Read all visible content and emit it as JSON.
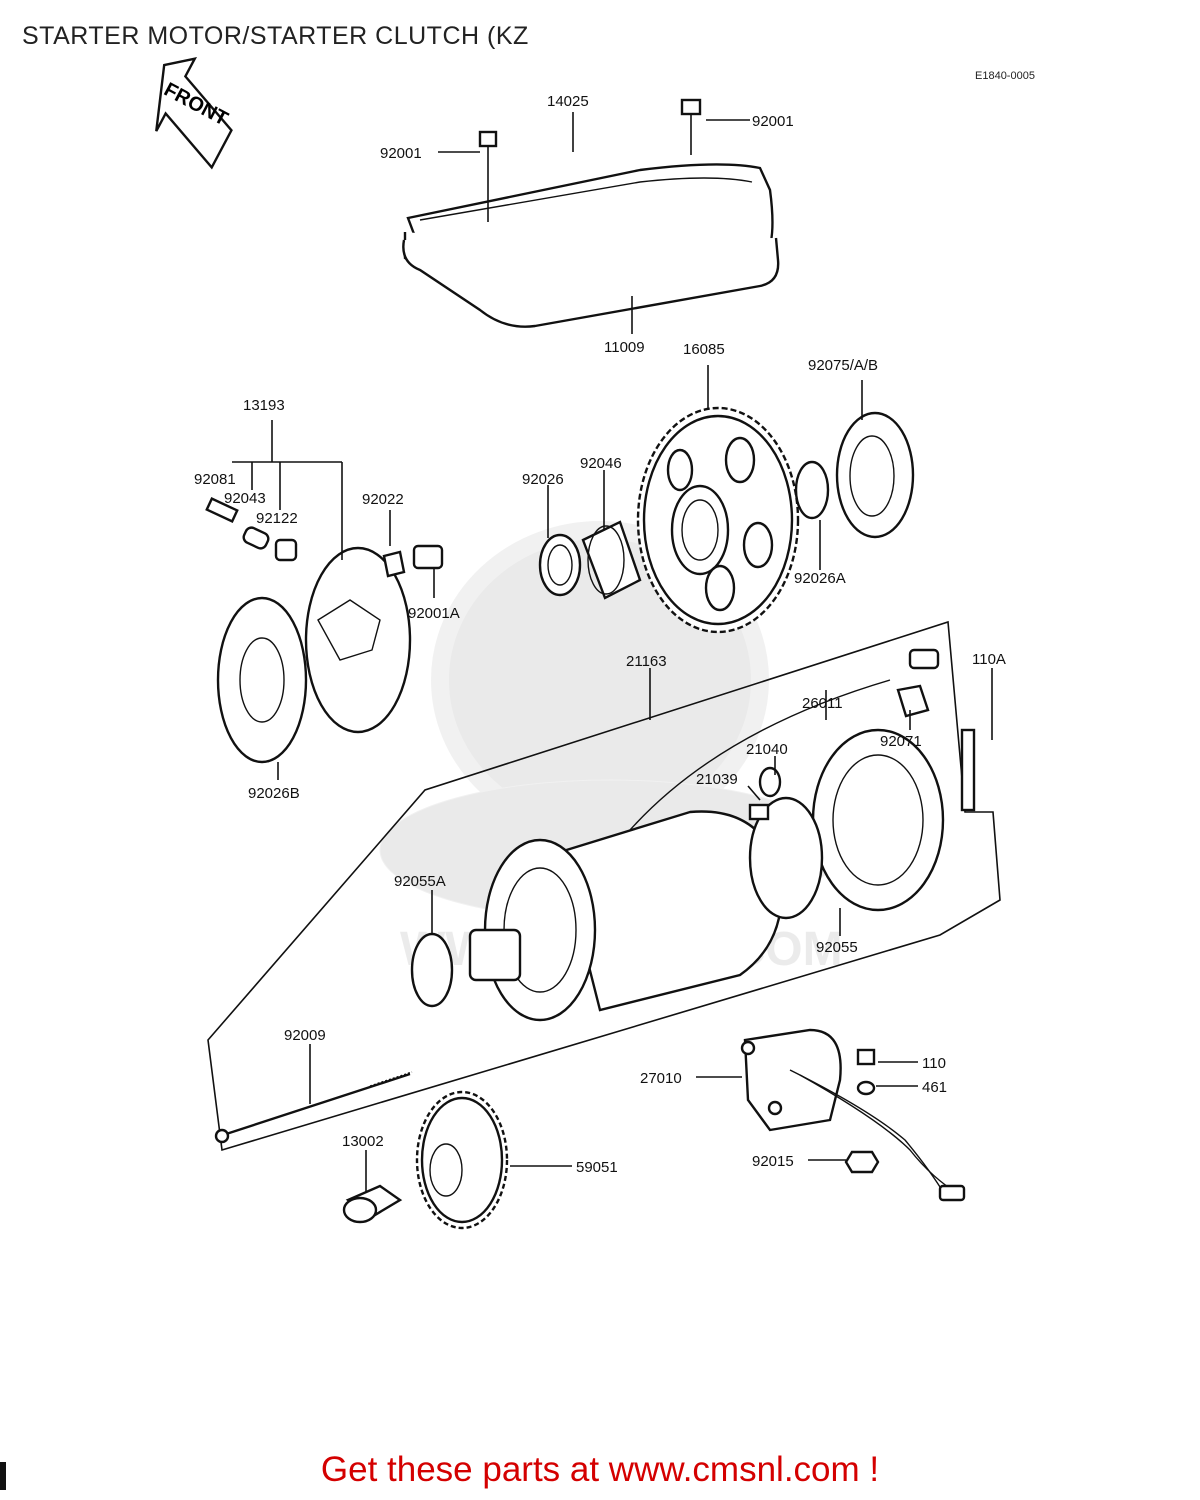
{
  "page_title": "STARTER MOTOR/STARTER CLUTCH (KZ",
  "diagram_code": "E1840-0005",
  "front_label": "FRONT",
  "watermark_text": "WWW.CMSNL.COM",
  "call_to_action": "Get these parts at www.cmsnl.com !",
  "accent_color": "#d40000",
  "part_labels": [
    "14025",
    "92001",
    "92001",
    "11009",
    "16085",
    "92075/A/B",
    "13193",
    "92081",
    "92043",
    "92122",
    "92022",
    "92001A",
    "92026",
    "92046",
    "92026A",
    "92026B",
    "21163",
    "110A",
    "26011",
    "92071",
    "21040",
    "21039",
    "92055A",
    "92055",
    "92009",
    "27010",
    "110",
    "461",
    "13002",
    "59051",
    "92015"
  ]
}
